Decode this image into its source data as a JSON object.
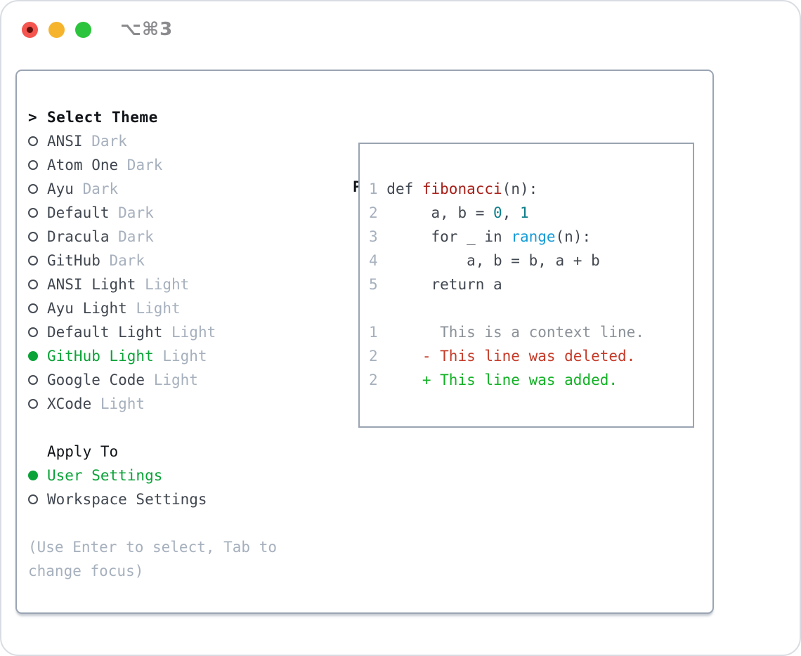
{
  "window": {
    "title": "⌥⌘3"
  },
  "titlebar": {
    "lights": [
      {
        "name": "close",
        "color_key": "traffic_red",
        "has_dot": true
      },
      {
        "name": "minimize",
        "color_key": "traffic_yellow",
        "has_dot": false
      },
      {
        "name": "zoom",
        "color_key": "traffic_green",
        "has_dot": false
      }
    ]
  },
  "theme_panel": {
    "prompt": ">",
    "select_label": "Select Theme",
    "themes": [
      {
        "name": "ANSI",
        "tag": "Dark",
        "selected": false
      },
      {
        "name": "Atom One",
        "tag": "Dark",
        "selected": false
      },
      {
        "name": "Ayu",
        "tag": "Dark",
        "selected": false
      },
      {
        "name": "Default",
        "tag": "Dark",
        "selected": false
      },
      {
        "name": "Dracula",
        "tag": "Dark",
        "selected": false
      },
      {
        "name": "GitHub",
        "tag": "Dark",
        "selected": false
      },
      {
        "name": "ANSI Light",
        "tag": "Light",
        "selected": false
      },
      {
        "name": "Ayu Light",
        "tag": "Light",
        "selected": false
      },
      {
        "name": "Default Light",
        "tag": "Light",
        "selected": false
      },
      {
        "name": "GitHub Light",
        "tag": "Light",
        "selected": true
      },
      {
        "name": "Google Code",
        "tag": "Light",
        "selected": false
      },
      {
        "name": "XCode",
        "tag": "Light",
        "selected": false
      }
    ],
    "apply_to": {
      "label": "Apply To",
      "options": [
        {
          "name": "User Settings",
          "selected": true
        },
        {
          "name": "Workspace Settings",
          "selected": false
        }
      ]
    },
    "hint": [
      "(Use Enter to select, Tab to",
      "change focus)"
    ]
  },
  "preview": {
    "label": "Preview",
    "code_lines": [
      [
        [
          "ln",
          "1 "
        ],
        [
          "code",
          "def "
        ],
        [
          "func",
          "fibonacci"
        ],
        [
          "code",
          "(n):"
        ]
      ],
      [
        [
          "ln",
          "2"
        ],
        [
          "code",
          "      a, b = "
        ],
        [
          "num",
          "0"
        ],
        [
          "code",
          ", "
        ],
        [
          "num",
          "1"
        ]
      ],
      [
        [
          "ln",
          "3"
        ],
        [
          "code",
          "      for _ in "
        ],
        [
          "blt",
          "range"
        ],
        [
          "code",
          "(n):"
        ]
      ],
      [
        [
          "ln",
          "4"
        ],
        [
          "code",
          "          a, b = b, a + b"
        ]
      ],
      [
        [
          "ln",
          "5"
        ],
        [
          "code",
          "      return a"
        ]
      ],
      [],
      [
        [
          "ln",
          "1"
        ],
        [
          "ctx",
          "       This is a context line."
        ]
      ],
      [
        [
          "ln",
          "2"
        ],
        [
          "code",
          "     "
        ],
        [
          "del",
          "- This line was deleted."
        ]
      ],
      [
        [
          "ln",
          "2"
        ],
        [
          "code",
          "     "
        ],
        [
          "add",
          "+ This line was added."
        ]
      ]
    ]
  },
  "colors": {
    "traffic_red": "#f4554e",
    "traffic_red_dot": "#62100b",
    "traffic_yellow": "#f6b42c",
    "traffic_green": "#2cc43c",
    "selected_green": "#0aa338",
    "header_text": "#101317",
    "list_text": "#414750",
    "muted_tag": "#a6b0bd",
    "hint_text": "#a6b0bd",
    "line_number": "#a6b0bd",
    "code_default": "#414750",
    "function_red": "#a8211a",
    "number_teal": "#0e7f8b",
    "builtin_blue": "#149bd7",
    "context_gray": "#8b9198",
    "deleted_red": "#c53a28",
    "added_green": "#12b125"
  }
}
